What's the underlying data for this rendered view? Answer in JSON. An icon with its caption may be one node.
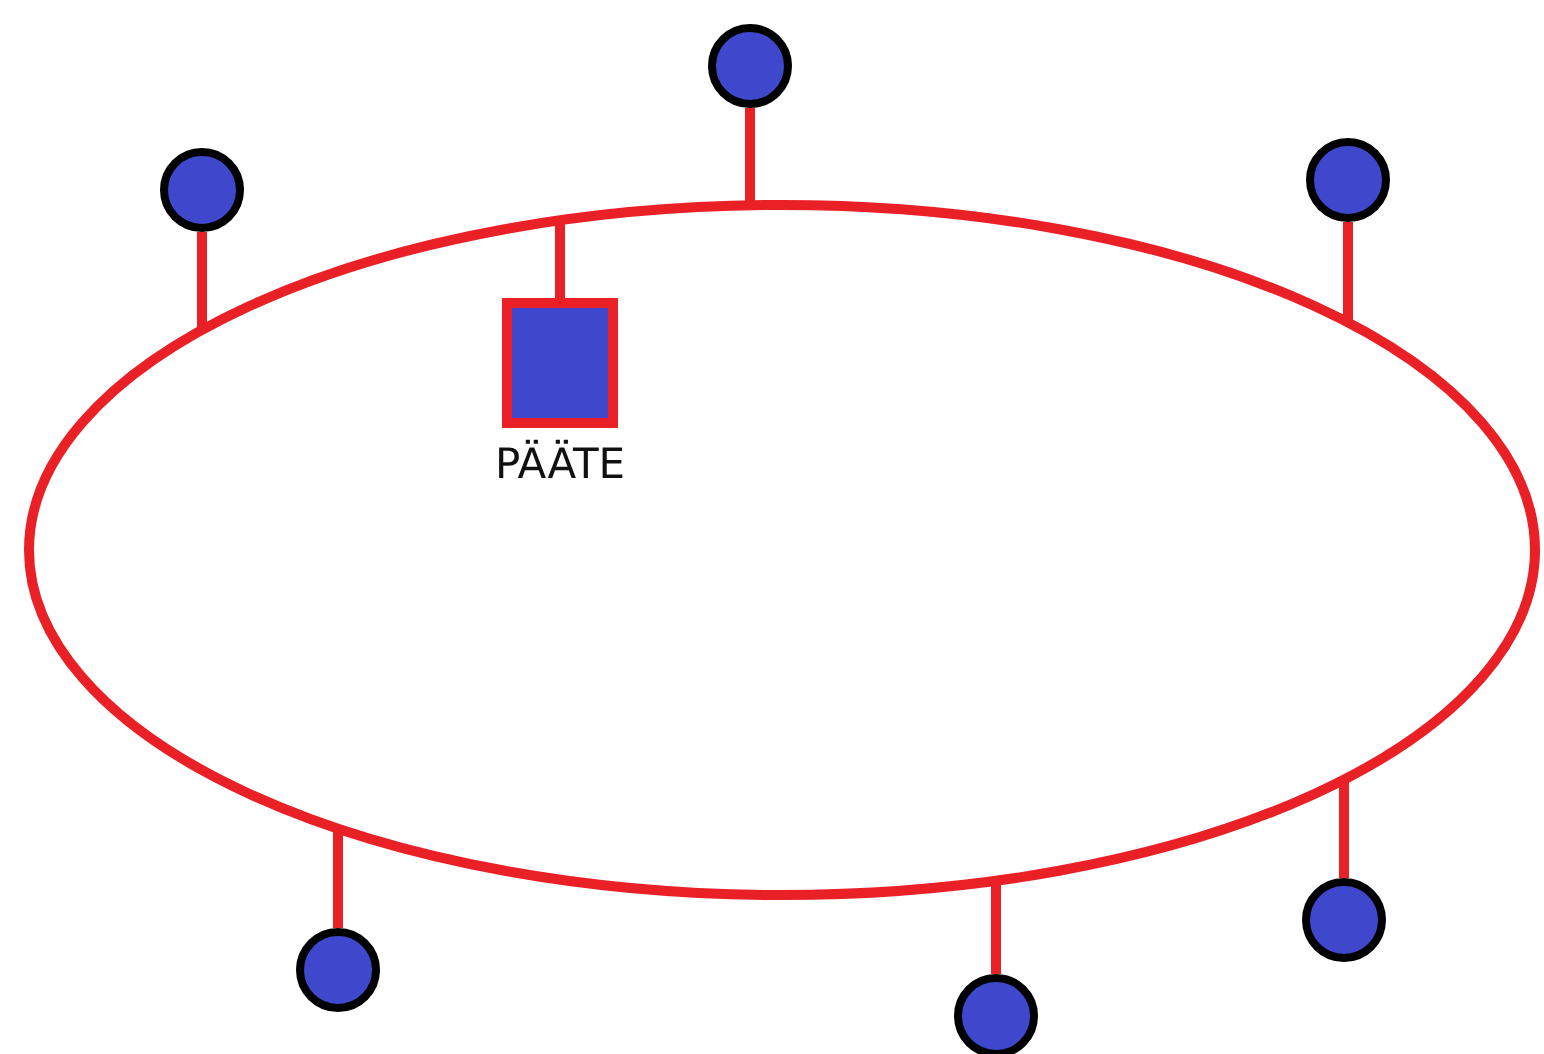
{
  "diagram": {
    "nodes": [
      {
        "text": [],
        "shape": "ellipse"
      },
      {
        "text": [],
        "shape": "circle"
      },
      {
        "text": [],
        "shape": "circle"
      },
      {
        "text": [],
        "shape": "circle"
      },
      {
        "text": [
          "PÄÄTE"
        ],
        "in": 0
      },
      {
        "text": [],
        "shape": "circle"
      },
      {
        "text": [],
        "shape": "circle"
      },
      {
        "text": [],
        "shape": "circle"
      }
    ],
    "edges": [
      {
        "from": 1,
        "to": 0,
        "arrow": "none"
      },
      {
        "from": 2,
        "to": 0,
        "arrow": "none"
      },
      {
        "from": 3,
        "to": 0,
        "arrow": "none"
      },
      {
        "from": 4,
        "to": 0,
        "arrow": "none"
      },
      {
        "from": 5,
        "to": 0,
        "arrow": "none"
      },
      {
        "from": 6,
        "to": 0,
        "arrow": "none"
      },
      {
        "from": 7,
        "to": 0,
        "arrow": "none"
      }
    ]
  }
}
